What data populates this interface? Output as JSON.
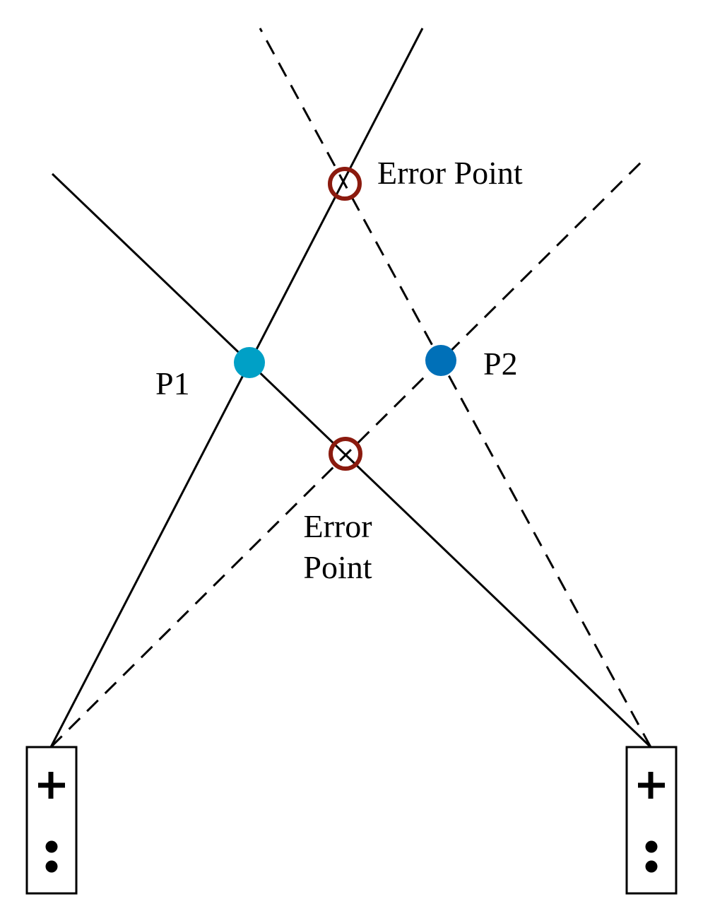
{
  "labels": {
    "error_point_top": "Error Point",
    "error_point_bottom_line1": "Error",
    "error_point_bottom_line2": "Point",
    "p1": "P1",
    "p2": "P2"
  },
  "devices": {
    "left": {
      "plus_symbol": "+",
      "icon": "remote-controller-icon"
    },
    "right": {
      "plus_symbol": "+",
      "icon": "remote-controller-icon"
    }
  },
  "colors": {
    "p1": "#00a0c6",
    "p2": "#0070b8",
    "error_point": "#8b1a0e",
    "line": "#000000"
  }
}
